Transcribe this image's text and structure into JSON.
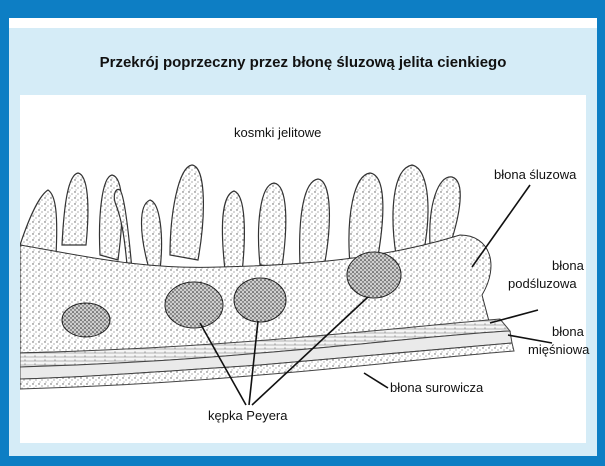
{
  "title": "Przekrój poprzeczny przez błonę śluzową jelita cienkiego",
  "labels": {
    "villi": "kosmki jelitowe",
    "mucosa": "błona śluzowa",
    "submucosa_line1": "błona",
    "submucosa_line2": "podśluzowa",
    "muscularis_line1": "błona",
    "muscularis_line2": "mięśniowa",
    "serosa": "błona surowicza",
    "peyer": "kępka Peyera"
  },
  "colors": {
    "frame": "#0d7ec4",
    "panel": "#d5ecf7"
  }
}
